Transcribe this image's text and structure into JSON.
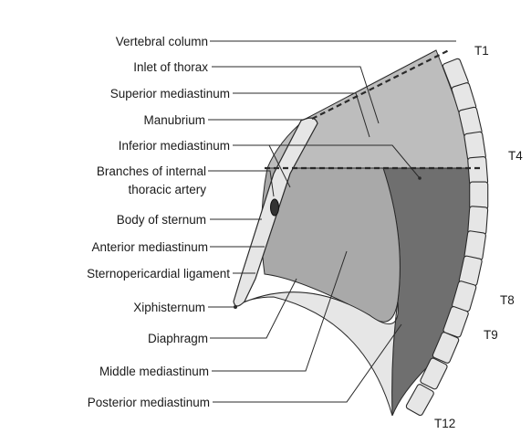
{
  "diagram": {
    "left_labels": [
      "Vertebral column",
      "Inlet of thorax",
      "Superior mediastinum",
      "Manubrium",
      "Inferior mediastinum",
      "Branches of internal",
      "thoracic artery",
      "Body of sternum",
      "Anterior mediastinum",
      "Sternopericardial ligament",
      "Xiphisternum",
      "Diaphragm",
      "Middle mediastinum",
      "Posterior mediastinum"
    ],
    "vertebra_labels": [
      "T1",
      "T4",
      "T8",
      "T9",
      "T12"
    ],
    "colors": {
      "superior": "#bdbdbd",
      "middle": "#a9a9a9",
      "posterior": "#6f6f6f",
      "bone": "#e6e6e6",
      "outline": "#2a2a2a"
    }
  }
}
